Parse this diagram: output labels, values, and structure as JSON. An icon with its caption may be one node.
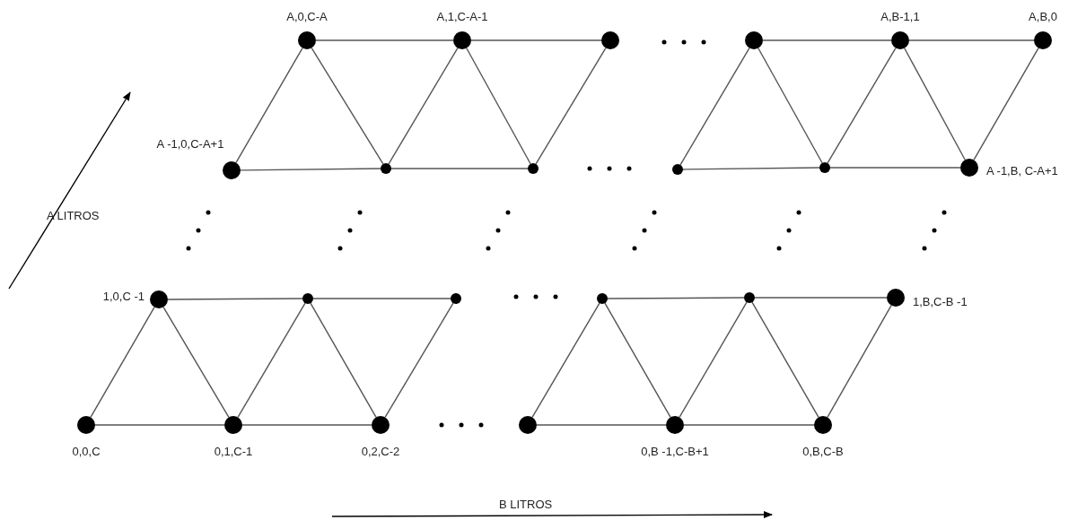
{
  "diagram": {
    "nodes": [
      {
        "text": [],
        "shape": "circle",
        "beside": [
          "A,0,C-A"
        ]
      },
      {
        "text": [],
        "shape": "circle",
        "beside": [
          "A,1,C-A-1"
        ]
      },
      {
        "text": [],
        "shape": "circle"
      },
      {
        "text": [],
        "shape": "circle"
      },
      {
        "text": [],
        "shape": "circle",
        "beside": [
          "A,B-1,1"
        ]
      },
      {
        "text": [],
        "shape": "circle",
        "beside": [
          "A,B,0"
        ]
      },
      {
        "text": [],
        "shape": "circle",
        "beside": [
          "A -1,0,C-A+1"
        ]
      },
      {
        "text": [],
        "shape": "circle"
      },
      {
        "text": [],
        "shape": "circle"
      },
      {
        "text": [],
        "shape": "circle"
      },
      {
        "text": [],
        "shape": "circle"
      },
      {
        "text": [],
        "shape": "circle",
        "beside": [
          "A -1,B, C-A+1"
        ]
      },
      {
        "text": [],
        "shape": "circle",
        "beside": [
          "1,0,C -1"
        ]
      },
      {
        "text": [],
        "shape": "circle"
      },
      {
        "text": [],
        "shape": "circle"
      },
      {
        "text": [],
        "shape": "circle"
      },
      {
        "text": [],
        "shape": "circle"
      },
      {
        "text": [],
        "shape": "circle",
        "beside": [
          "1,B,C-B -1"
        ]
      },
      {
        "text": [],
        "shape": "circle",
        "beside": [
          "0,0,C"
        ]
      },
      {
        "text": [],
        "shape": "circle",
        "beside": [
          "0,1,C-1"
        ]
      },
      {
        "text": [],
        "shape": "circle",
        "beside": [
          "0,2,C-2"
        ]
      },
      {
        "text": [],
        "shape": "circle"
      },
      {
        "text": [],
        "shape": "circle",
        "beside": [
          "0,B -1,C-B+1"
        ]
      },
      {
        "text": [],
        "shape": "circle",
        "beside": [
          "0,B,C-B"
        ]
      }
    ],
    "edges": [
      {
        "from": 0,
        "to": 1,
        "arrow": "none"
      },
      {
        "from": 1,
        "to": 2,
        "arrow": "none"
      },
      {
        "from": 3,
        "to": 4,
        "arrow": "none"
      },
      {
        "from": 4,
        "to": 5,
        "arrow": "none"
      },
      {
        "from": 6,
        "to": 7,
        "arrow": "none"
      },
      {
        "from": 7,
        "to": 8,
        "arrow": "none"
      },
      {
        "from": 9,
        "to": 10,
        "arrow": "none"
      },
      {
        "from": 10,
        "to": 11,
        "arrow": "none"
      },
      {
        "from": 6,
        "to": 0,
        "arrow": "none"
      },
      {
        "from": 0,
        "to": 7,
        "arrow": "none"
      },
      {
        "from": 7,
        "to": 1,
        "arrow": "none"
      },
      {
        "from": 1,
        "to": 8,
        "arrow": "none"
      },
      {
        "from": 8,
        "to": 2,
        "arrow": "none"
      },
      {
        "from": 9,
        "to": 3,
        "arrow": "none"
      },
      {
        "from": 3,
        "to": 10,
        "arrow": "none"
      },
      {
        "from": 10,
        "to": 4,
        "arrow": "none"
      },
      {
        "from": 4,
        "to": 11,
        "arrow": "none"
      },
      {
        "from": 11,
        "to": 5,
        "arrow": "none"
      },
      {
        "from": 12,
        "to": 13,
        "arrow": "none"
      },
      {
        "from": 13,
        "to": 14,
        "arrow": "none"
      },
      {
        "from": 15,
        "to": 16,
        "arrow": "none"
      },
      {
        "from": 16,
        "to": 17,
        "arrow": "none"
      },
      {
        "from": 18,
        "to": 19,
        "arrow": "none"
      },
      {
        "from": 19,
        "to": 20,
        "arrow": "none"
      },
      {
        "from": 21,
        "to": 22,
        "arrow": "none"
      },
      {
        "from": 22,
        "to": 23,
        "arrow": "none"
      },
      {
        "from": 18,
        "to": 12,
        "arrow": "none"
      },
      {
        "from": 12,
        "to": 19,
        "arrow": "none"
      },
      {
        "from": 19,
        "to": 13,
        "arrow": "none"
      },
      {
        "from": 13,
        "to": 20,
        "arrow": "none"
      },
      {
        "from": 20,
        "to": 14,
        "arrow": "none"
      },
      {
        "from": 21,
        "to": 15,
        "arrow": "none"
      },
      {
        "from": 15,
        "to": 22,
        "arrow": "none"
      },
      {
        "from": 22,
        "to": 16,
        "arrow": "none"
      },
      {
        "from": 16,
        "to": 23,
        "arrow": "none"
      },
      {
        "from": 23,
        "to": 17,
        "arrow": "none"
      }
    ],
    "labels": [
      "A LITROS",
      "B LITROS"
    ]
  }
}
